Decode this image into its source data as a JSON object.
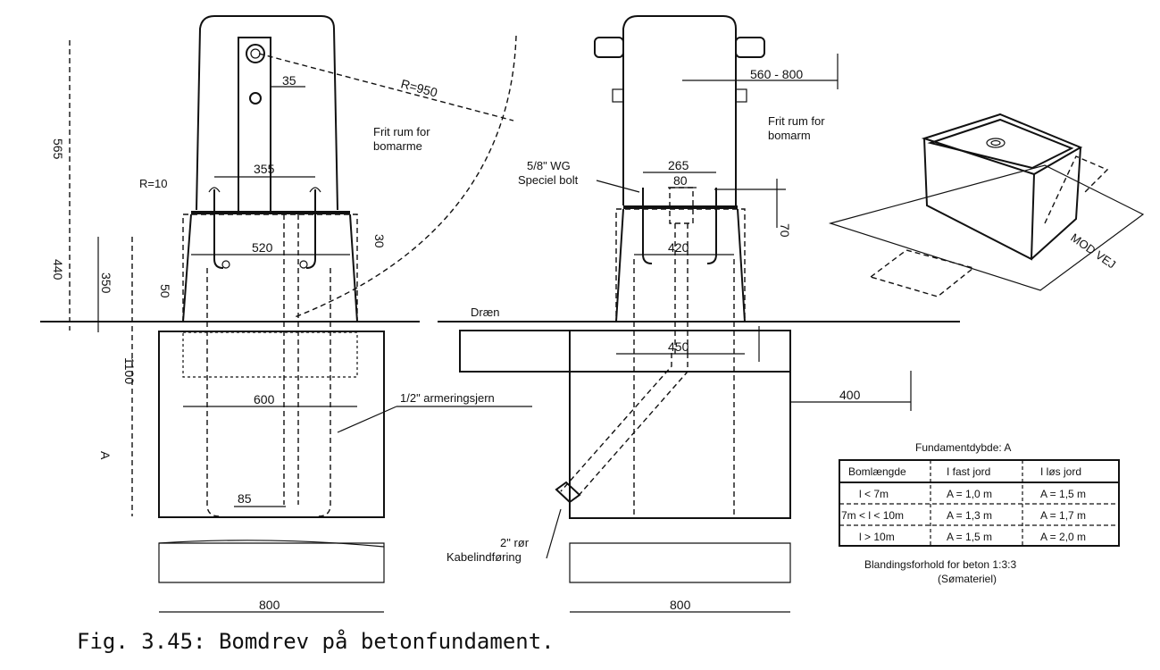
{
  "caption": "Fig. 3.45: Bomdrev på betonfundament.",
  "left_view": {
    "dim_565": "565",
    "dim_35": "35",
    "radius_950": "R=950",
    "free_space": [
      "Frit rum for",
      "bomarme"
    ],
    "dim_355": "355",
    "radius_10": "R=10",
    "dim_520": "520",
    "dim_30": "30",
    "dim_440": "440",
    "dim_350": "350",
    "dim_50": "50",
    "dim_1100": "1100",
    "dim_600": "600",
    "rebar": "1/2\" armeringsjern",
    "dim_A": "A",
    "dim_85": "85",
    "dim_800": "800"
  },
  "right_view": {
    "dim_560_800": "560 - 800",
    "free_space": [
      "Frit rum for",
      "bomarm"
    ],
    "bolt": [
      "5/8\" WG",
      "Speciel bolt"
    ],
    "dim_265": "265",
    "dim_80": "80",
    "dim_70": "70",
    "dim_420": "420",
    "drain": "Dræn",
    "dim_450": "450",
    "dim_400": "400",
    "cable": [
      "2\" rør",
      "Kabelindføring"
    ],
    "dim_800": "800"
  },
  "iso_view": {
    "direction": "MOD VEJ"
  },
  "table": {
    "title": "Fundamentdybde: A",
    "headers": [
      "Bomlængde",
      "I fast jord",
      "I løs jord"
    ],
    "rows": [
      [
        "l < 7m",
        "A = 1,0 m",
        "A = 1,5 m"
      ],
      [
        "7m < l < 10m",
        "A = 1,3 m",
        "A = 1,7 m"
      ],
      [
        "l > 10m",
        "A = 1,5 m",
        "A = 2,0 m"
      ]
    ],
    "note": [
      "Blandingsforhold for beton 1:3:3",
      "(Sømateriel)"
    ]
  }
}
